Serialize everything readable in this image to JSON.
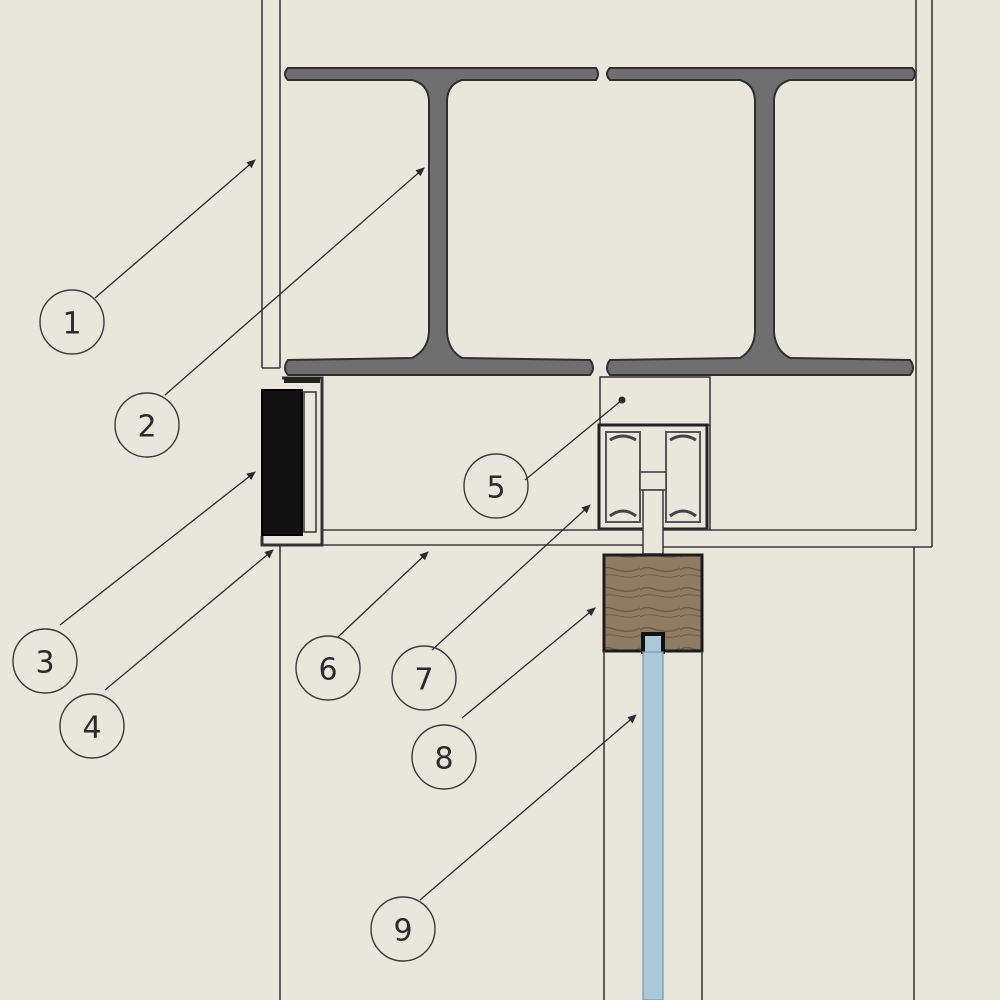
{
  "colors": {
    "paper": "#e9e6dc",
    "line": "#3a3a3a",
    "steel": "#6f6f6f",
    "gasket": "#111111",
    "timber": "#8f7d63",
    "glass": "#a9c9d8"
  },
  "callouts": [
    {
      "id": "1",
      "label": "1"
    },
    {
      "id": "2",
      "label": "2"
    },
    {
      "id": "3",
      "label": "3"
    },
    {
      "id": "4",
      "label": "4"
    },
    {
      "id": "5",
      "label": "5"
    },
    {
      "id": "6",
      "label": "6"
    },
    {
      "id": "7",
      "label": "7"
    },
    {
      "id": "8",
      "label": "8"
    },
    {
      "id": "9",
      "label": "9"
    }
  ]
}
